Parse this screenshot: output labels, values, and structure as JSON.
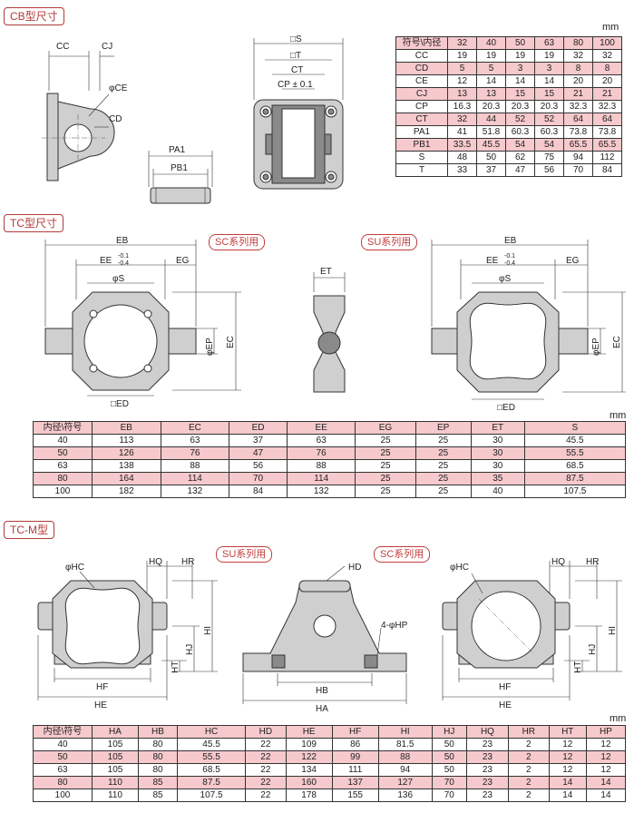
{
  "unit": "mm",
  "cb": {
    "title": "CB型尺寸",
    "labels": {
      "cc": "CC",
      "cj": "CJ",
      "ce": "φCE",
      "cd": "CD",
      "pa1": "PA1",
      "pb1": "PB1",
      "s": "□S",
      "t": "□T",
      "ct": "CT",
      "cp": "CP ± 0.1"
    },
    "table": {
      "corner": "符号\\内径",
      "cols": [
        "32",
        "40",
        "50",
        "63",
        "80",
        "100"
      ],
      "rows": [
        {
          "name": "CC",
          "vals": [
            "19",
            "19",
            "19",
            "19",
            "32",
            "32"
          ]
        },
        {
          "name": "CD",
          "vals": [
            "5",
            "5",
            "3",
            "3",
            "8",
            "8"
          ]
        },
        {
          "name": "CE",
          "vals": [
            "12",
            "14",
            "14",
            "14",
            "20",
            "20"
          ]
        },
        {
          "name": "CJ",
          "vals": [
            "13",
            "13",
            "15",
            "15",
            "21",
            "21"
          ]
        },
        {
          "name": "CP",
          "vals": [
            "16.3",
            "20.3",
            "20.3",
            "20.3",
            "32.3",
            "32.3"
          ]
        },
        {
          "name": "CT",
          "vals": [
            "32",
            "44",
            "52",
            "52",
            "64",
            "64"
          ]
        },
        {
          "name": "PA1",
          "vals": [
            "41",
            "51.8",
            "60.3",
            "60.3",
            "73.8",
            "73.8"
          ]
        },
        {
          "name": "PB1",
          "vals": [
            "33.5",
            "45.5",
            "54",
            "54",
            "65.5",
            "65.5"
          ]
        },
        {
          "name": "S",
          "vals": [
            "48",
            "50",
            "62",
            "75",
            "94",
            "112"
          ]
        },
        {
          "name": "T",
          "vals": [
            "33",
            "37",
            "47",
            "56",
            "70",
            "84"
          ]
        }
      ]
    }
  },
  "tc": {
    "title": "TC型尺寸",
    "badge_sc": "SC系列用",
    "badge_su": "SU系列用",
    "labels": {
      "eb": "EB",
      "ee": "EE",
      "ee_tol_top": "-0.1",
      "ee_tol_bot": "-0.4",
      "eg": "EG",
      "s": "φS",
      "ep": "φEP",
      "ec": "EC",
      "ed": "□ED",
      "et": "ET"
    },
    "table": {
      "corner": "内径\\符号",
      "cols": [
        "EB",
        "EC",
        "ED",
        "EE",
        "EG",
        "EP",
        "ET",
        "S"
      ],
      "rows": [
        {
          "name": "40",
          "vals": [
            "113",
            "63",
            "37",
            "63",
            "25",
            "25",
            "30",
            "45.5"
          ]
        },
        {
          "name": "50",
          "vals": [
            "126",
            "76",
            "47",
            "76",
            "25",
            "25",
            "30",
            "55.5"
          ]
        },
        {
          "name": "63",
          "vals": [
            "138",
            "88",
            "56",
            "88",
            "25",
            "25",
            "30",
            "68.5"
          ]
        },
        {
          "name": "80",
          "vals": [
            "164",
            "114",
            "70",
            "114",
            "25",
            "25",
            "35",
            "87.5"
          ]
        },
        {
          "name": "100",
          "vals": [
            "182",
            "132",
            "84",
            "132",
            "25",
            "25",
            "40",
            "107.5"
          ]
        }
      ]
    }
  },
  "tcm": {
    "title": "TC-M型",
    "badge_su": "SU系列用",
    "badge_sc": "SC系列用",
    "labels": {
      "hc": "φHC",
      "hq": "HQ",
      "hr": "HR",
      "hi": "HI",
      "hj": "HJ",
      "ht": "HT",
      "hf": "HF",
      "he": "HE",
      "hd": "HD",
      "hp": "4-φHP",
      "hb": "HB",
      "ha": "HA"
    },
    "table": {
      "corner": "内径\\符号",
      "cols": [
        "HA",
        "HB",
        "HC",
        "HD",
        "HE",
        "HF",
        "HI",
        "HJ",
        "HQ",
        "HR",
        "HT",
        "HP"
      ],
      "rows": [
        {
          "name": "40",
          "vals": [
            "105",
            "80",
            "45.5",
            "22",
            "109",
            "86",
            "81.5",
            "50",
            "23",
            "2",
            "12",
            "12"
          ]
        },
        {
          "name": "50",
          "vals": [
            "105",
            "80",
            "55.5",
            "22",
            "122",
            "99",
            "88",
            "50",
            "23",
            "2",
            "12",
            "12"
          ]
        },
        {
          "name": "63",
          "vals": [
            "105",
            "80",
            "68.5",
            "22",
            "134",
            "111",
            "94",
            "50",
            "23",
            "2",
            "12",
            "12"
          ]
        },
        {
          "name": "80",
          "vals": [
            "110",
            "85",
            "87.5",
            "22",
            "160",
            "137",
            "127",
            "70",
            "23",
            "2",
            "14",
            "14"
          ]
        },
        {
          "name": "100",
          "vals": [
            "110",
            "85",
            "107.5",
            "22",
            "178",
            "155",
            "136",
            "70",
            "23",
            "2",
            "14",
            "14"
          ]
        }
      ]
    }
  }
}
